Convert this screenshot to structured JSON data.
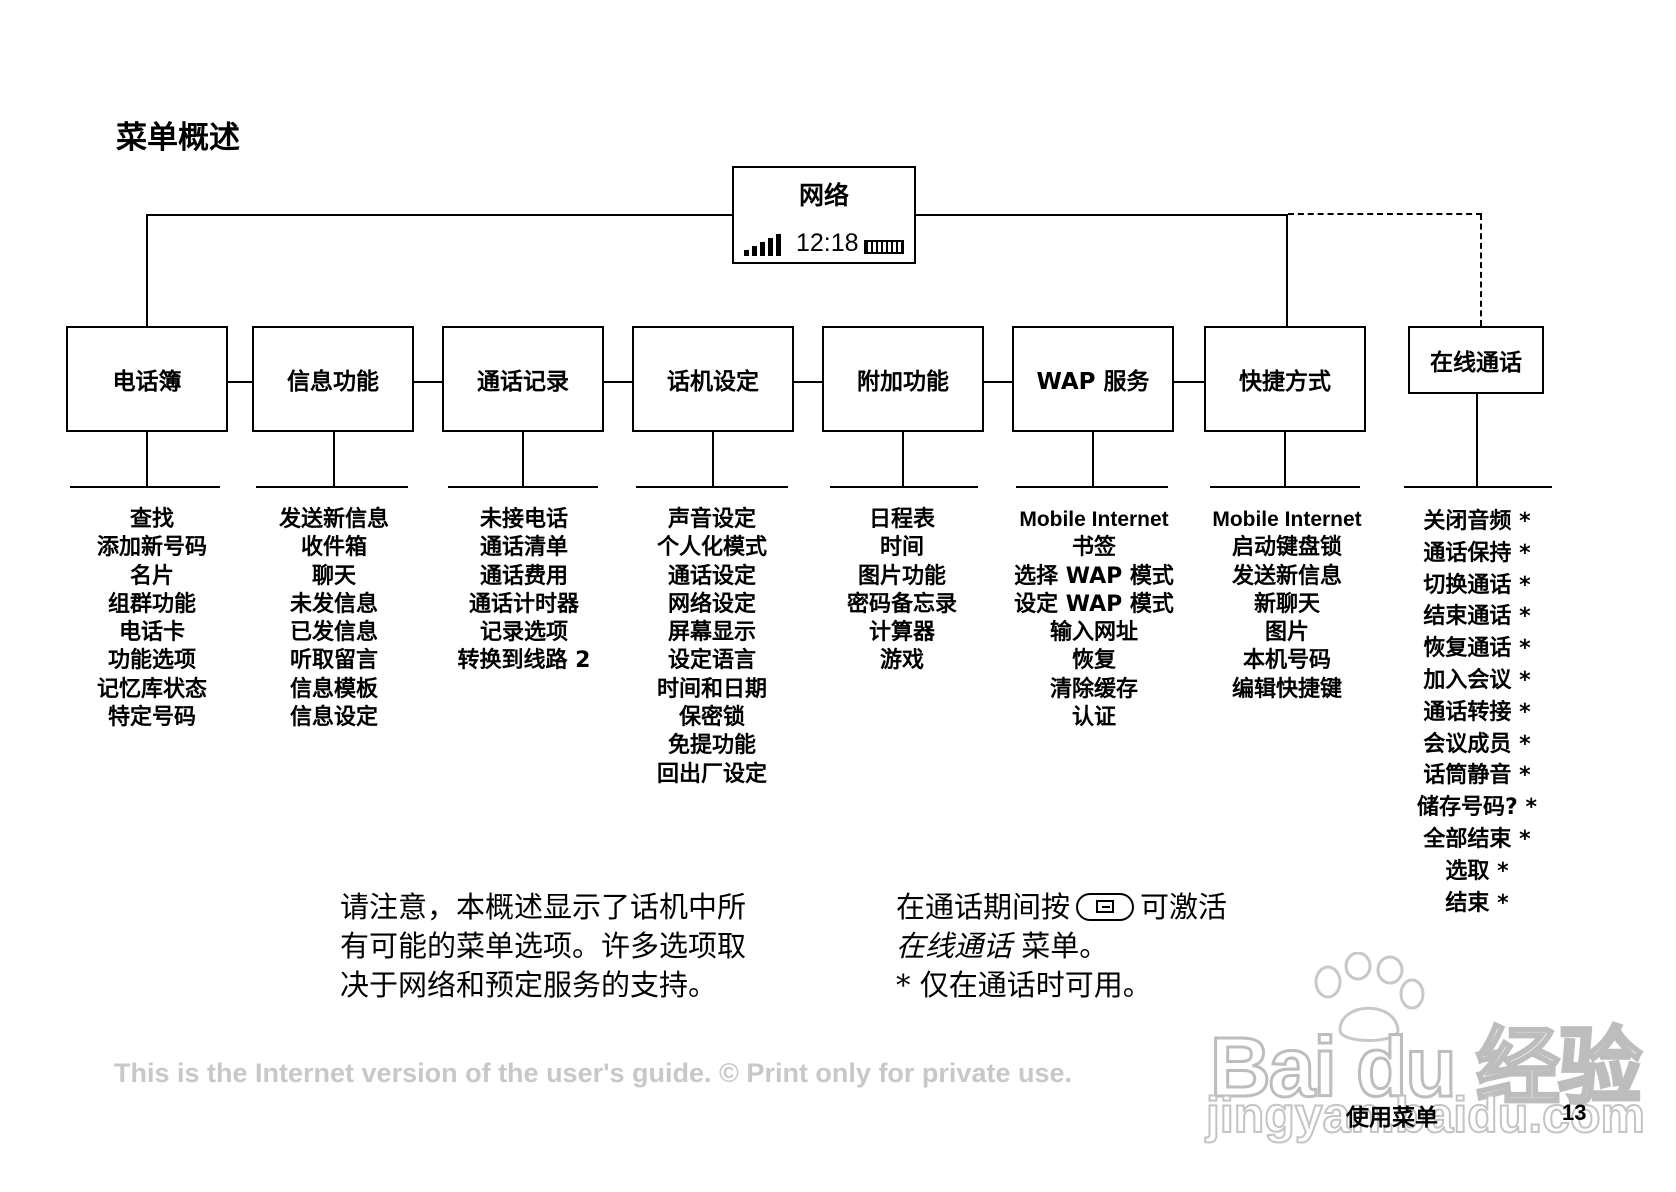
{
  "page_title": "菜单概述",
  "root": {
    "title": "网络",
    "time": "12:18"
  },
  "menus": [
    {
      "label": "电话簿",
      "items": [
        "查找",
        "添加新号码",
        "名片",
        "组群功能",
        "电话卡",
        "功能选项",
        "记忆库状态",
        "特定号码"
      ]
    },
    {
      "label": "信息功能",
      "items": [
        "发送新信息",
        "收件箱",
        "聊天",
        "未发信息",
        "已发信息",
        "听取留言",
        "信息模板",
        "信息设定"
      ]
    },
    {
      "label": "通话记录",
      "items": [
        "未接电话",
        "通话清单",
        "通话费用",
        "通话计时器",
        "记录选项",
        "转换到线路 2"
      ]
    },
    {
      "label": "话机设定",
      "items": [
        "声音设定",
        "个人化模式",
        "通话设定",
        "网络设定",
        "屏幕显示",
        "设定语言",
        "时间和日期",
        "保密锁",
        "免提功能",
        "回出厂设定"
      ]
    },
    {
      "label": "附加功能",
      "items": [
        "日程表",
        "时间",
        "图片功能",
        "密码备忘录",
        "计算器",
        "游戏"
      ]
    },
    {
      "label": "WAP 服务",
      "items": [
        "Mobile Internet",
        "书签",
        "选择 WAP 模式",
        "设定 WAP 模式",
        "输入网址",
        "恢复",
        "清除缓存",
        "认证"
      ]
    },
    {
      "label": "快捷方式",
      "items": [
        "Mobile Internet",
        "启动键盘锁",
        "发送新信息",
        "新聊天",
        "图片",
        "本机号码",
        "编辑快捷键"
      ]
    }
  ],
  "online_call": {
    "label": "在线通话",
    "items": [
      "关闭音频 *",
      "通话保持 *",
      "切换通话 *",
      "结束通话 *",
      "恢复通话 *",
      "加入会议 *",
      "通话转接 *",
      "会议成员 *",
      "话筒静音 *",
      "储存号码?  *",
      "全部结束 *",
      "选取 *",
      "结束 *"
    ]
  },
  "notes": {
    "left": [
      "请注意，本概述显示了话机中所",
      "有可能的菜单选项。许多选项取",
      "决于网络和预定服务的支持。"
    ],
    "right_line1_a": "在通话期间按",
    "right_line1_b": "可激活",
    "right_line2_italic": "在线通话",
    "right_line2_rest": " 菜单。",
    "right_line3": "* 仅在通话时可用。"
  },
  "footer": {
    "internet_note": "This is the Internet version of the user's guide. © Print only for private use.",
    "section": "使用菜单",
    "page_number": "13"
  },
  "watermark": {
    "main": "Bai du 经验",
    "sub": "jingyan.baidu.com"
  }
}
